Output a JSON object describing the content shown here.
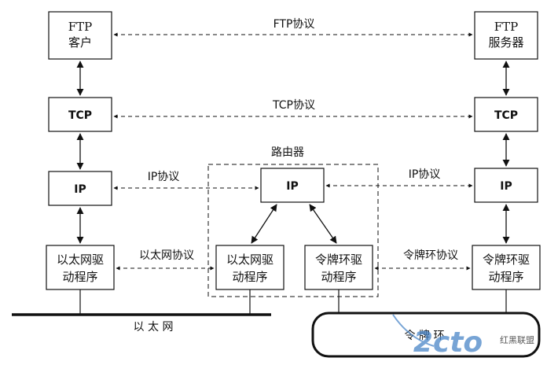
{
  "nodes": {
    "ftp_client": [
      "FTP",
      "客户"
    ],
    "ftp_server": [
      "FTP",
      "服务器"
    ],
    "tcp_left": "TCP",
    "tcp_right": "TCP",
    "ip_left": "IP",
    "ip_router": "IP",
    "ip_right": "IP",
    "eth_driver_left": [
      "以太网驱",
      "动程序"
    ],
    "eth_driver_router": [
      "以太网驱",
      "动程序"
    ],
    "tr_driver_router": [
      "令牌环驱",
      "动程序"
    ],
    "tr_driver_right": [
      "令牌环驱",
      "动程序"
    ]
  },
  "labels": {
    "ftp_protocol": "FTP协议",
    "tcp_protocol": "TCP协议",
    "ip_protocol_left": "IP协议",
    "ip_protocol_right": "IP协议",
    "eth_protocol": "以太网协议",
    "tr_protocol": "令牌环协议",
    "router": "路由器",
    "ethernet": "以 太 网",
    "token_ring": "令  牌  环"
  },
  "watermark": {
    "text": "2cto",
    "sub": "红黑联盟",
    "color": "#4a86c8"
  }
}
